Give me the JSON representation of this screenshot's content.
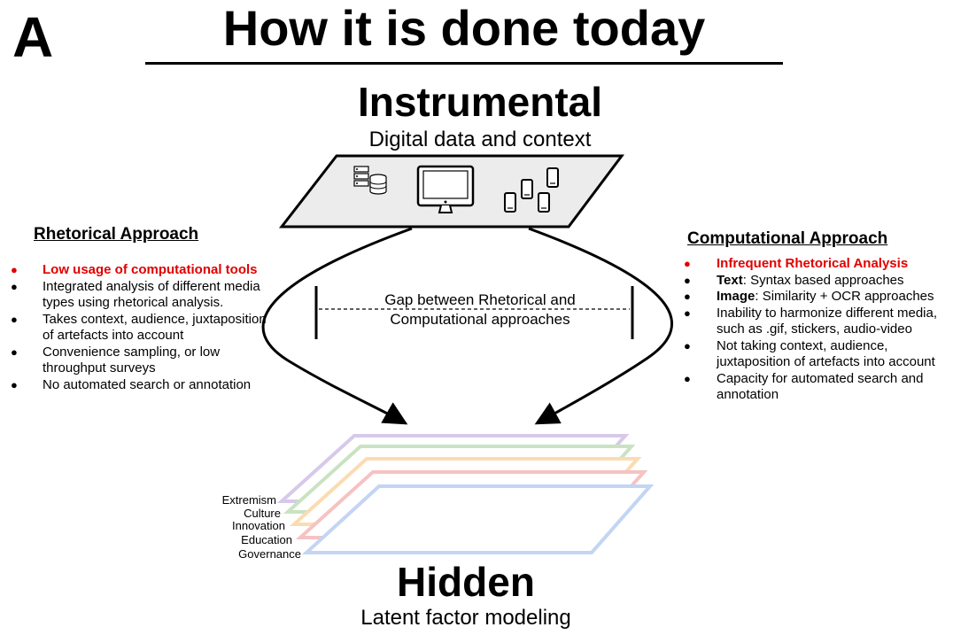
{
  "panel_letter": "A",
  "title": "How it is done today",
  "instrumental": {
    "title": "Instrumental",
    "subtitle": "Digital data and context"
  },
  "icons": [
    "server-database-icon",
    "desktop-monitor-icon",
    "mobile-devices-icon"
  ],
  "rhetorical": {
    "heading": "Rhetorical Approach",
    "items": [
      {
        "text": "Low usage of computational tools",
        "highlight": true
      },
      {
        "text": "Integrated analysis of different media types using rhetorical analysis.",
        "highlight": false
      },
      {
        "text": "Takes context, audience, juxtaposition of artefacts into account",
        "highlight": false
      },
      {
        "text": "Convenience sampling, or low throughput surveys",
        "highlight": false
      },
      {
        "text": "No automated search or annotation",
        "highlight": false
      }
    ]
  },
  "computational": {
    "heading": "Computational Approach",
    "items": [
      {
        "bold": "",
        "text": "Infrequent Rhetorical Analysis",
        "highlight": true
      },
      {
        "bold": "Text",
        "text": ": Syntax based approaches",
        "highlight": false
      },
      {
        "bold": "Image",
        "text": ": Similarity + OCR approaches",
        "highlight": false
      },
      {
        "bold": "",
        "text": "Inability to harmonize different media, such as .gif, stickers, audio-video",
        "highlight": false
      },
      {
        "bold": "",
        "text": "Not taking context, audience, juxtaposition of artefacts into account",
        "highlight": false
      },
      {
        "bold": "",
        "text": "Capacity for automated search and annotation",
        "highlight": false
      }
    ]
  },
  "gap_label": "Gap between Rhetorical and Computational approaches",
  "hidden": {
    "title": "Hidden",
    "subtitle": "Latent factor modeling",
    "layers": [
      {
        "label": "Extremism",
        "color": "#d7c9ea"
      },
      {
        "label": "Culture",
        "color": "#c9e3c2"
      },
      {
        "label": "Innovation",
        "color": "#fbdcb2"
      },
      {
        "label": "Education",
        "color": "#f6c2c2"
      },
      {
        "label": "Governance",
        "color": "#c3d5f3"
      }
    ]
  },
  "colors": {
    "highlight": "#e00000",
    "plane_fill": "#ececec"
  }
}
